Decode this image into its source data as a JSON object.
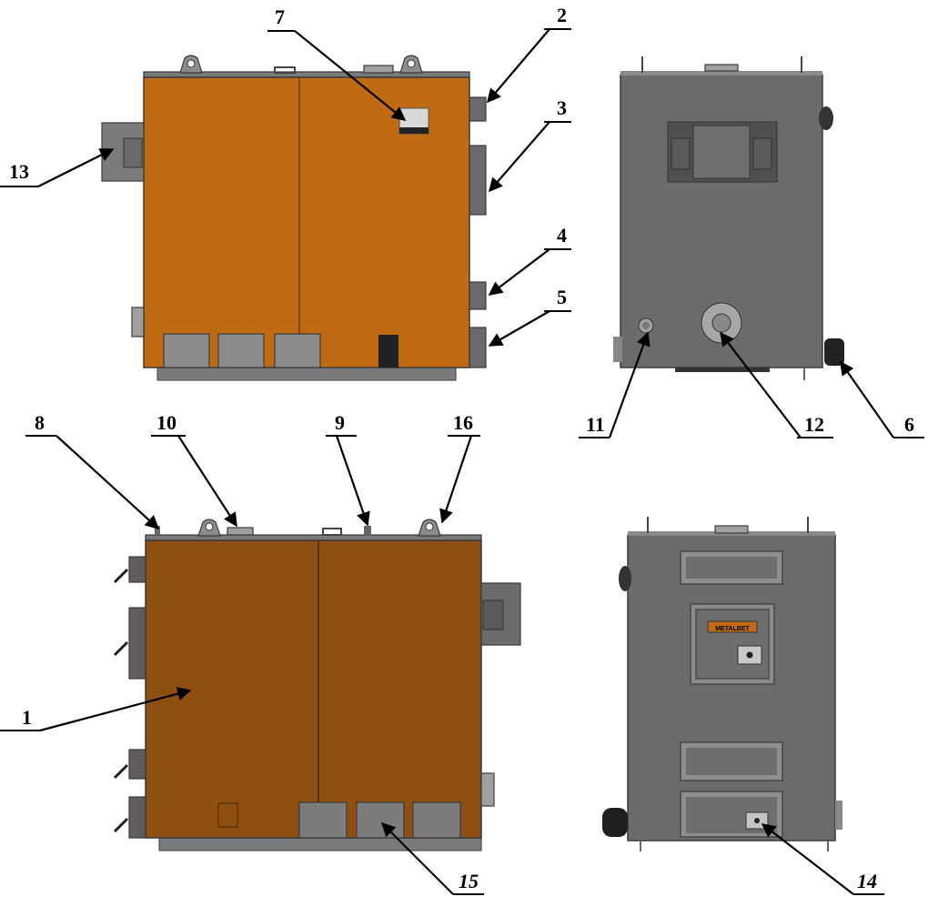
{
  "callouts": {
    "c1": "1",
    "c2": "2",
    "c3": "3",
    "c4": "4",
    "c5": "5",
    "c6": "6",
    "c7": "7",
    "c8": "8",
    "c9": "9",
    "c10": "10",
    "c11": "11",
    "c12": "12",
    "c13": "13",
    "c14": "14",
    "c15": "15",
    "c16": "16"
  },
  "brand_plate": "METALBET",
  "colors": {
    "orange_body": "#c06a14",
    "orange_body_dark": "#8a4f12",
    "steel_gray": "#6b6b6b",
    "steel_dark": "#4a4a4a",
    "panel_gray": "#8c8c8c",
    "flange_gray": "#a0a0a0"
  },
  "views": [
    "side-view-right",
    "rear-view",
    "side-view-left",
    "front-view"
  ]
}
